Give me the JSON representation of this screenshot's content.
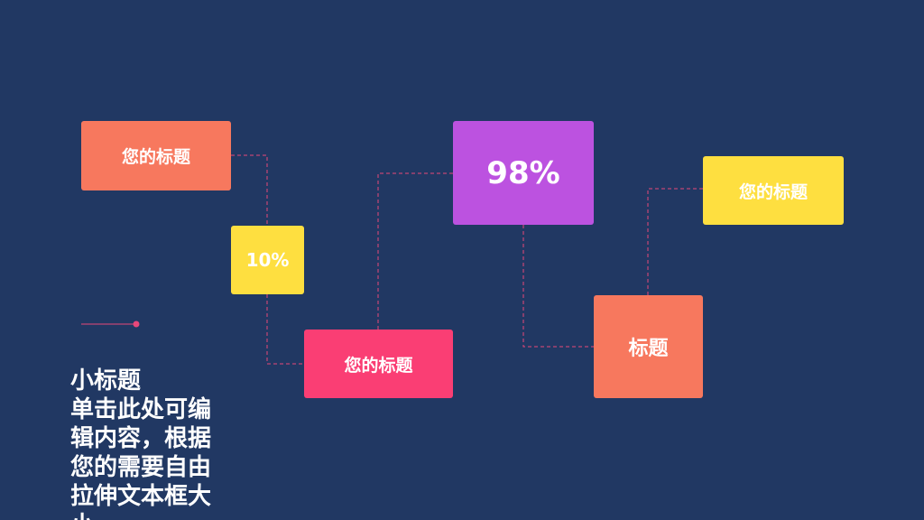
{
  "theme": {
    "background": "#213863",
    "connector": "#e8487a",
    "text": "#ffffff"
  },
  "boxes": {
    "title_top_left": {
      "label": "您的标题",
      "color": "#f7785e"
    },
    "percent_small": {
      "label": "10%",
      "color": "#fedf40"
    },
    "title_bottom_mid": {
      "label": "您的标题",
      "color": "#fa3e74"
    },
    "percent_large": {
      "label": "98%",
      "color": "#bc52e0"
    },
    "title_short": {
      "label": "标题",
      "color": "#f7785e"
    },
    "title_top_right": {
      "label": "您的标题",
      "color": "#fedf40"
    }
  },
  "caption": {
    "heading": "小标题",
    "body": "单击此处可编辑内容，根据您的需要自由拉伸文本框大小"
  }
}
